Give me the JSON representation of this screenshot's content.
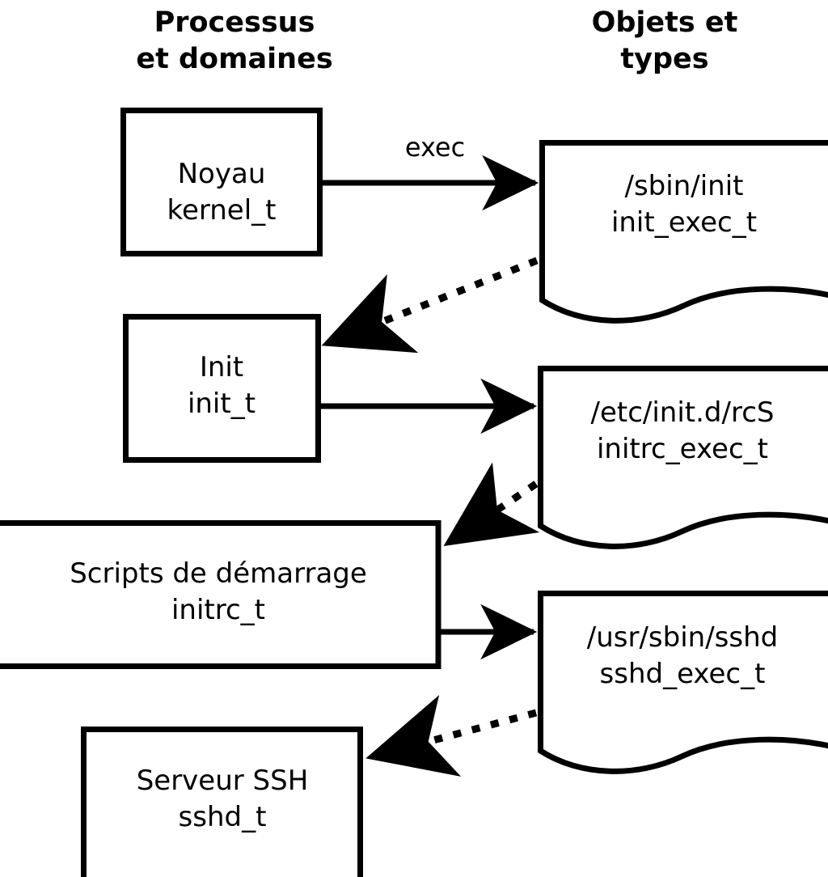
{
  "diagram": {
    "title_left": "Processus\net domaines",
    "title_right": "Objets et\ntypes",
    "stroke_color": "#000000",
    "fill_color": "#ffffff",
    "background": "#ffffff"
  },
  "columns": {
    "left": {
      "header": "Processus\net domaines"
    },
    "right": {
      "header": "Objets et\ntypes"
    }
  },
  "process_nodes": [
    {
      "id": "kernel",
      "label": "Noyau\nkernel_t",
      "name": "Noyau",
      "type": "kernel_t"
    },
    {
      "id": "init",
      "label": "Init\ninit_t",
      "name": "Init",
      "type": "init_t"
    },
    {
      "id": "initrc",
      "label": "Scripts de démarrage\ninitrc_t",
      "name": "Scripts de démarrage",
      "type": "initrc_t"
    },
    {
      "id": "sshd",
      "label": "Serveur SSH\nsshd_t",
      "name": "Serveur SSH",
      "type": "sshd_t"
    }
  ],
  "object_nodes": [
    {
      "id": "init_exec",
      "label": "/sbin/init\ninit_exec_t",
      "path": "/sbin/init",
      "type": "init_exec_t"
    },
    {
      "id": "initrc_exec",
      "label": "/etc/init.d/rcS\ninitrc_exec_t",
      "path": "/etc/init.d/rcS",
      "type": "initrc_exec_t"
    },
    {
      "id": "sshd_exec",
      "label": "/usr/sbin/sshd\nsshd_exec_t",
      "path": "/usr/sbin/sshd",
      "type": "sshd_exec_t"
    }
  ],
  "edges": [
    {
      "id": "e1",
      "from": "kernel",
      "to": "init_exec",
      "style": "solid",
      "label": "exec"
    },
    {
      "id": "e2",
      "from": "init_exec",
      "to": "init",
      "style": "dotted",
      "label": ""
    },
    {
      "id": "e3",
      "from": "init",
      "to": "initrc_exec",
      "style": "solid",
      "label": ""
    },
    {
      "id": "e4",
      "from": "initrc_exec",
      "to": "initrc",
      "style": "dotted",
      "label": ""
    },
    {
      "id": "e5",
      "from": "initrc",
      "to": "sshd_exec",
      "style": "solid",
      "label": ""
    },
    {
      "id": "e6",
      "from": "sshd_exec",
      "to": "sshd",
      "style": "dotted",
      "label": ""
    }
  ],
  "edge_labels": {
    "exec": "exec"
  }
}
